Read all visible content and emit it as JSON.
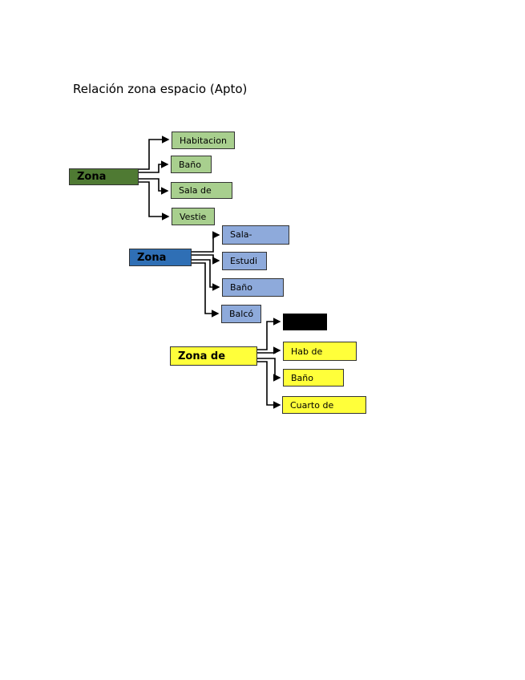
{
  "title": "Relación zona espacio (Apto)",
  "colors": {
    "green_zone": "#4f7a33",
    "green_space": "#a8cf8e",
    "blue_zone": "#2f6fb5",
    "blue_space": "#8eaadb",
    "yellow": "#ffff3a",
    "black": "#000000"
  },
  "groups": [
    {
      "zone": "Zona",
      "spaces": [
        "Habitacion",
        "Baño",
        "Sala de",
        "Vestie"
      ]
    },
    {
      "zone": "Zona",
      "spaces": [
        "Sala-",
        "Estudi",
        "Baño",
        "Balcó"
      ]
    },
    {
      "zone": "Zona de",
      "spaces": [
        "",
        "Hab de",
        "Baño",
        "Cuarto de"
      ]
    }
  ]
}
